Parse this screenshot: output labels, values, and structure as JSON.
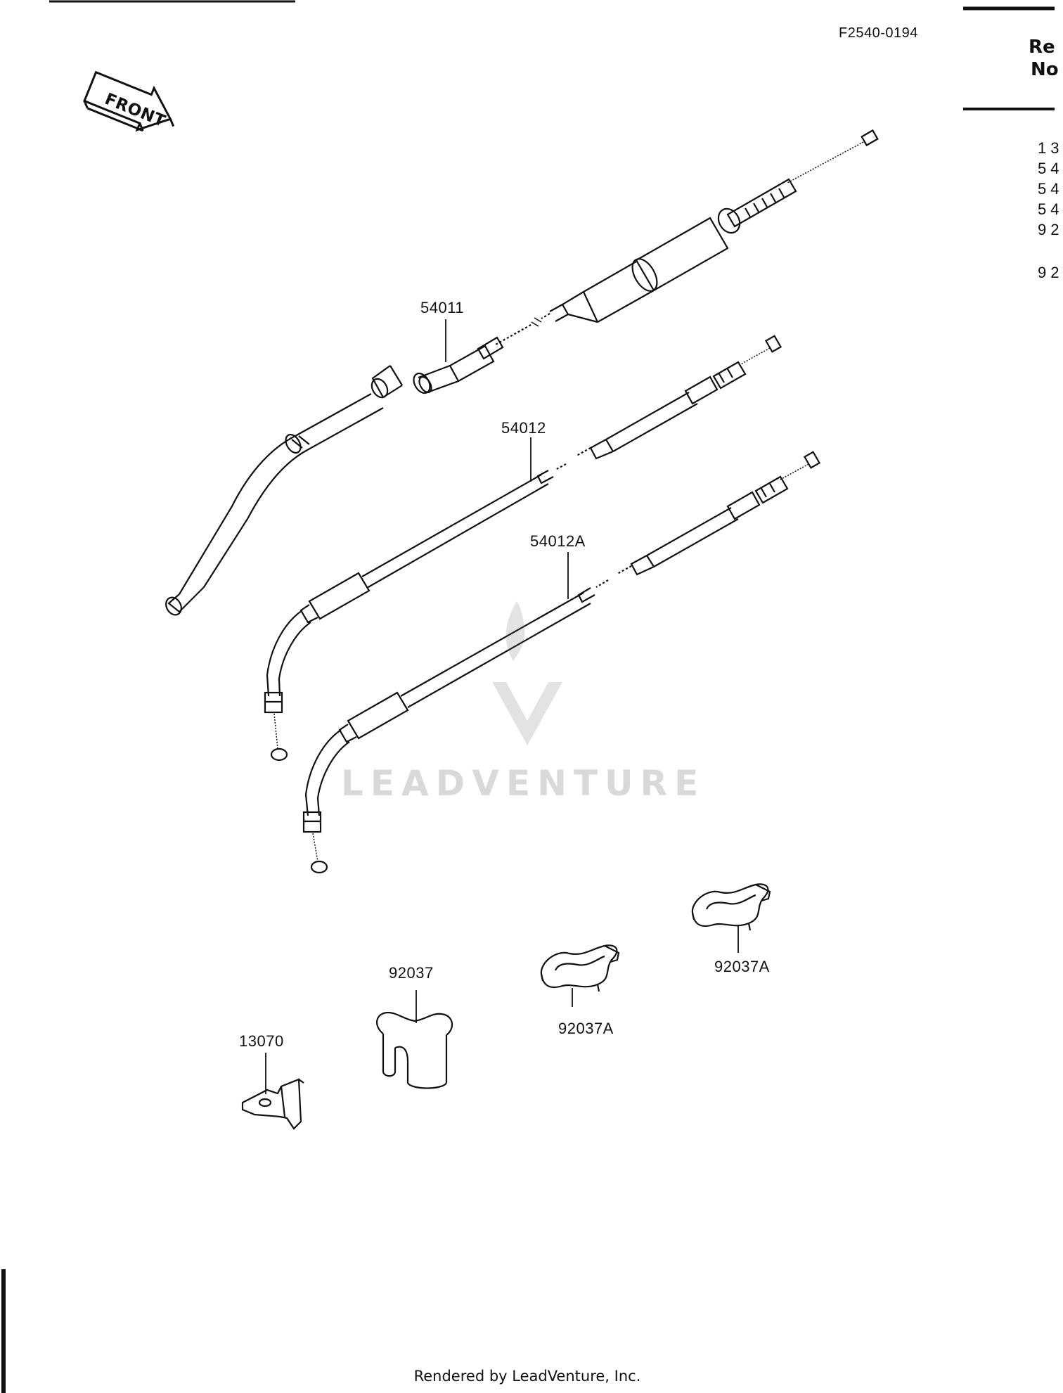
{
  "diagram_code": "F2540-0194",
  "front_arrow": "FRONT",
  "ref_header": {
    "line1": "Re",
    "line2": "No"
  },
  "ref_column": [
    "13",
    "54",
    "54",
    "54",
    "92",
    "92"
  ],
  "parts": {
    "p54011": "54011",
    "p54012": "54012",
    "p54012A": "54012A",
    "p92037": "92037",
    "p92037A_left": "92037A",
    "p92037A_right": "92037A",
    "p13070": "13070"
  },
  "watermark": "LEADVENTURE",
  "footer": "Rendered by LeadVenture, Inc."
}
